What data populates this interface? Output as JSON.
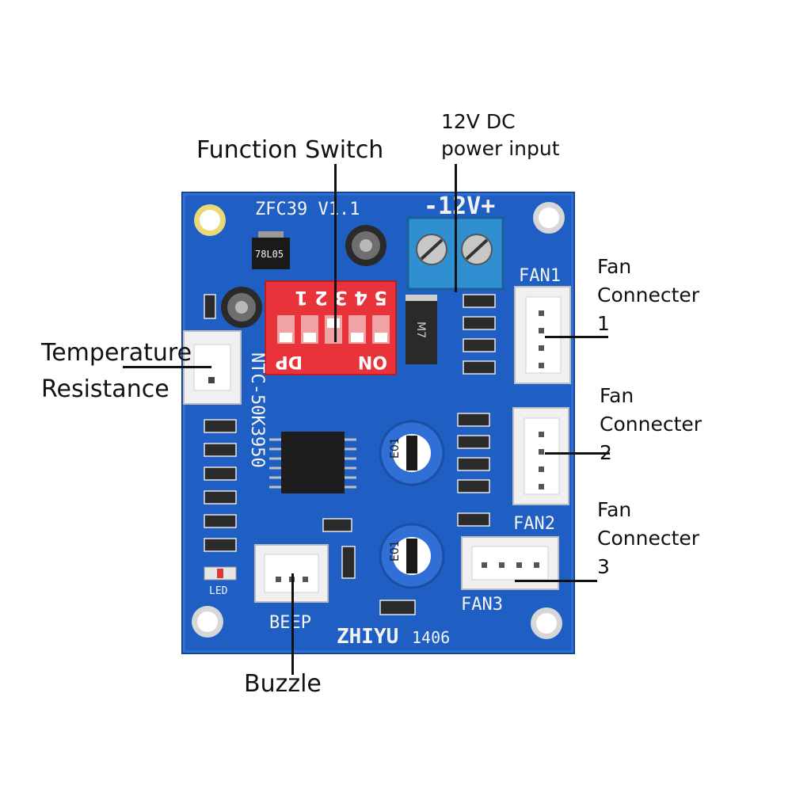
{
  "callouts": {
    "function_switch": "Function Switch",
    "power_line1": "12V DC",
    "power_line2": "power input",
    "fan1": [
      "Fan",
      "Connecter",
      "1"
    ],
    "fan2": [
      "Fan",
      "Connecter",
      "2"
    ],
    "fan3": [
      "Fan",
      "Connecter",
      "3"
    ],
    "temp_line1": "Temperature",
    "temp_line2": "Resistance",
    "buzzle": "Buzzle"
  },
  "board": {
    "model": "ZFC39  V1.1",
    "power_marking": "-12V+",
    "fan1_label": "FAN1",
    "fan2_label": "FAN2",
    "fan3_label": "FAN3",
    "beep_label": "BEEP",
    "led_label": "LED",
    "brand": "ZHIYU",
    "date_code": "1406",
    "ntc_label": "NTC-50K3950",
    "switch_numbers": "5 4 3 2 1",
    "switch_dp": "DP",
    "switch_on": "ON",
    "regulator": "78L05",
    "diode": "M7",
    "pot_label": "E01"
  },
  "colors": {
    "pcb": "#1f5fc4",
    "switch": "#e8333a",
    "terminal": "#2f8fd0",
    "connector": "#f0f0f0"
  }
}
